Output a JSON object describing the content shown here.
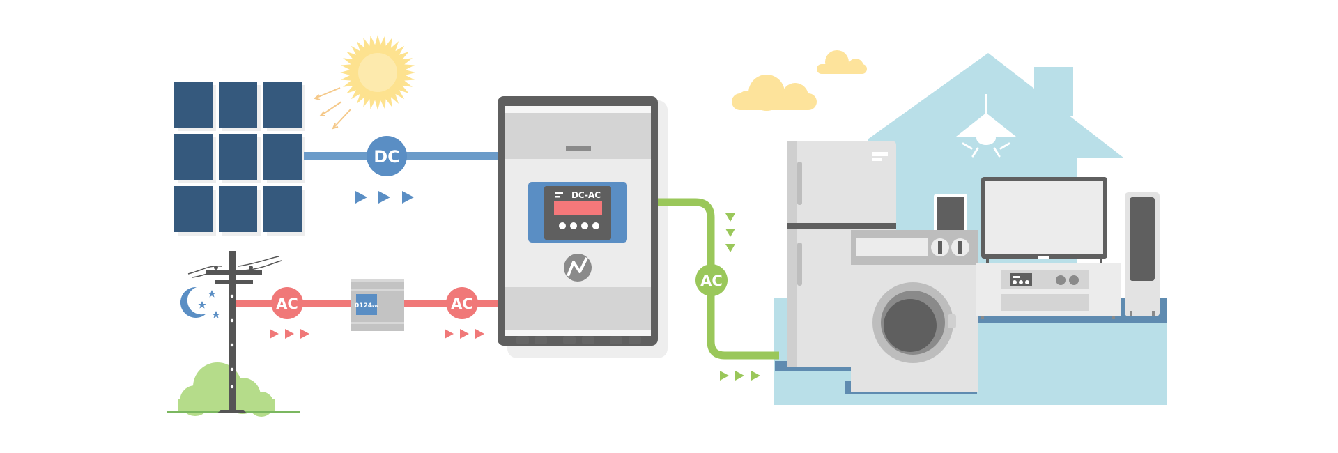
{
  "labels": {
    "dc": "DC",
    "ac_grid": "AC",
    "ac_meter_out": "AC",
    "ac_home": "AC",
    "inverter_title": "DC-AC",
    "meter_reading": "0124",
    "meter_unit": "kW"
  },
  "colors": {
    "dc_line": "#6b9bc9",
    "dc_badge": "#5a8ec4",
    "ac_grid_line": "#f07878",
    "ac_home_line": "#9ac75a",
    "solar_panel": "#35597d",
    "sun": "#fde28f",
    "cloud": "#fde39b",
    "house": "#b9dfe8",
    "floor": "#5f8bb0",
    "inverter_frame": "#5f5f5f",
    "inverter_body": "#ececec",
    "display_red": "#f5787a"
  },
  "icons": [
    "sun-icon",
    "moon-icon",
    "star-icon",
    "cloud-icon",
    "lamp-icon",
    "lightning-icon",
    "bush-icon"
  ]
}
